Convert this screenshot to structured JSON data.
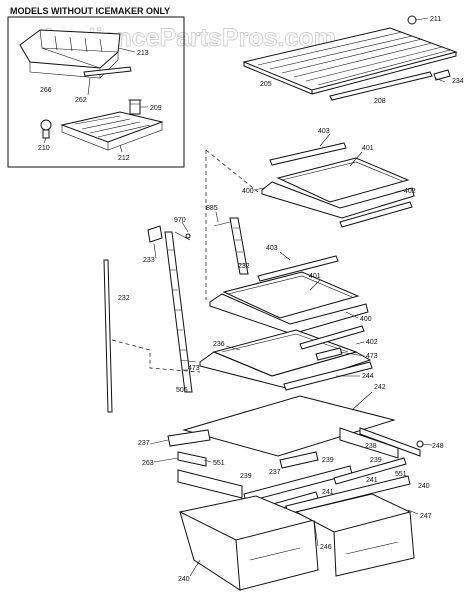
{
  "inset": {
    "title": "MODELS WITHOUT ICEMAKER ONLY"
  },
  "watermark": "AppliancePartsPros.com",
  "callouts": [
    {
      "id": "c211",
      "text": "211"
    },
    {
      "id": "c213",
      "text": "213"
    },
    {
      "id": "c205",
      "text": "205"
    },
    {
      "id": "c234",
      "text": "234"
    },
    {
      "id": "c266",
      "text": "266"
    },
    {
      "id": "c208",
      "text": "208"
    },
    {
      "id": "c262",
      "text": "262"
    },
    {
      "id": "c209",
      "text": "209"
    },
    {
      "id": "c210",
      "text": "210"
    },
    {
      "id": "c212",
      "text": "212"
    },
    {
      "id": "c403a",
      "text": "403"
    },
    {
      "id": "c401a",
      "text": "401"
    },
    {
      "id": "c400a",
      "text": "400"
    },
    {
      "id": "c402a",
      "text": "402"
    },
    {
      "id": "c970",
      "text": "970"
    },
    {
      "id": "c885",
      "text": "885"
    },
    {
      "id": "c233",
      "text": "233"
    },
    {
      "id": "c232a",
      "text": "232"
    },
    {
      "id": "c403b",
      "text": "403"
    },
    {
      "id": "c401b",
      "text": "401"
    },
    {
      "id": "c232b",
      "text": "232"
    },
    {
      "id": "c400b",
      "text": "400"
    },
    {
      "id": "c236",
      "text": "236"
    },
    {
      "id": "c402b",
      "text": "402"
    },
    {
      "id": "c473a",
      "text": "473"
    },
    {
      "id": "c473b",
      "text": "473"
    },
    {
      "id": "c244",
      "text": "244"
    },
    {
      "id": "c505",
      "text": "505"
    },
    {
      "id": "c242",
      "text": "242"
    },
    {
      "id": "c237a",
      "text": "237"
    },
    {
      "id": "c263",
      "text": "263"
    },
    {
      "id": "c551a",
      "text": "551"
    },
    {
      "id": "c239a",
      "text": "239"
    },
    {
      "id": "c238",
      "text": "238"
    },
    {
      "id": "c239b",
      "text": "239"
    },
    {
      "id": "c248",
      "text": "248"
    },
    {
      "id": "c239c",
      "text": "239"
    },
    {
      "id": "c237b",
      "text": "237"
    },
    {
      "id": "c241a",
      "text": "241"
    },
    {
      "id": "c241b",
      "text": "241"
    },
    {
      "id": "c551b",
      "text": "551"
    },
    {
      "id": "c240a",
      "text": "240"
    },
    {
      "id": "c247",
      "text": "247"
    },
    {
      "id": "c246",
      "text": "246"
    },
    {
      "id": "c240b",
      "text": "240"
    }
  ]
}
